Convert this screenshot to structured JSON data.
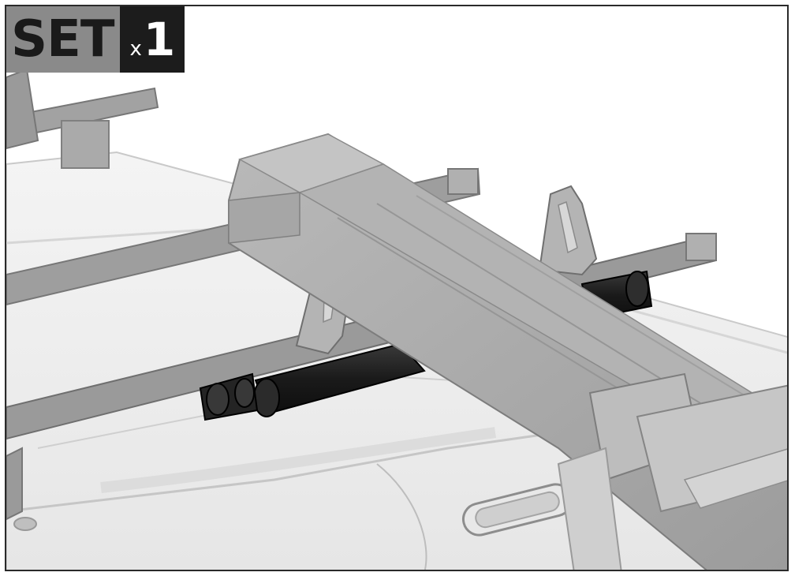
{
  "badge": {
    "set_label": "SET",
    "multiplier": "x",
    "quantity": "1"
  },
  "colors": {
    "badge_set_bg": "#8a8a8a",
    "badge_qty_bg": "#1c1c1c",
    "rack_gray": "#9a9a9a",
    "foam_black": "#1e1e1e",
    "load_gray": "#a8a8a8"
  }
}
